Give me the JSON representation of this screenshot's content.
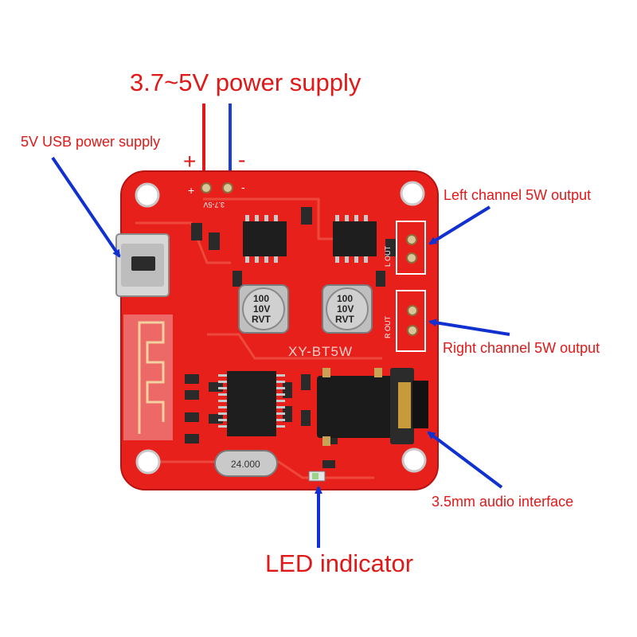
{
  "labels": {
    "power_supply": "3.7~5V power supply",
    "usb_power": "5V USB power supply",
    "left_out": "Left channel 5W output",
    "right_out": "Right channel 5W output",
    "audio_if": "3.5mm audio interface",
    "led": "LED indicator",
    "plus": "+",
    "minus": "-"
  },
  "silkscreen": {
    "board_name": "XY-BT5W",
    "power_pins": "3.7-5V",
    "pad_plus": "+",
    "pad_minus": "-",
    "l_out": "L OUT",
    "r_out": "R OUT",
    "cap_left": [
      "100",
      "10V",
      "RVT"
    ],
    "cap_right": [
      "100",
      "10V",
      "RVT"
    ],
    "crystal": "24.000"
  },
  "colors": {
    "pcb": "#e8201c",
    "arrow_blue": "#1030d0",
    "wire_red": "#e01818",
    "wire_blue": "#1a3fd0",
    "label_red": "#e01818"
  }
}
